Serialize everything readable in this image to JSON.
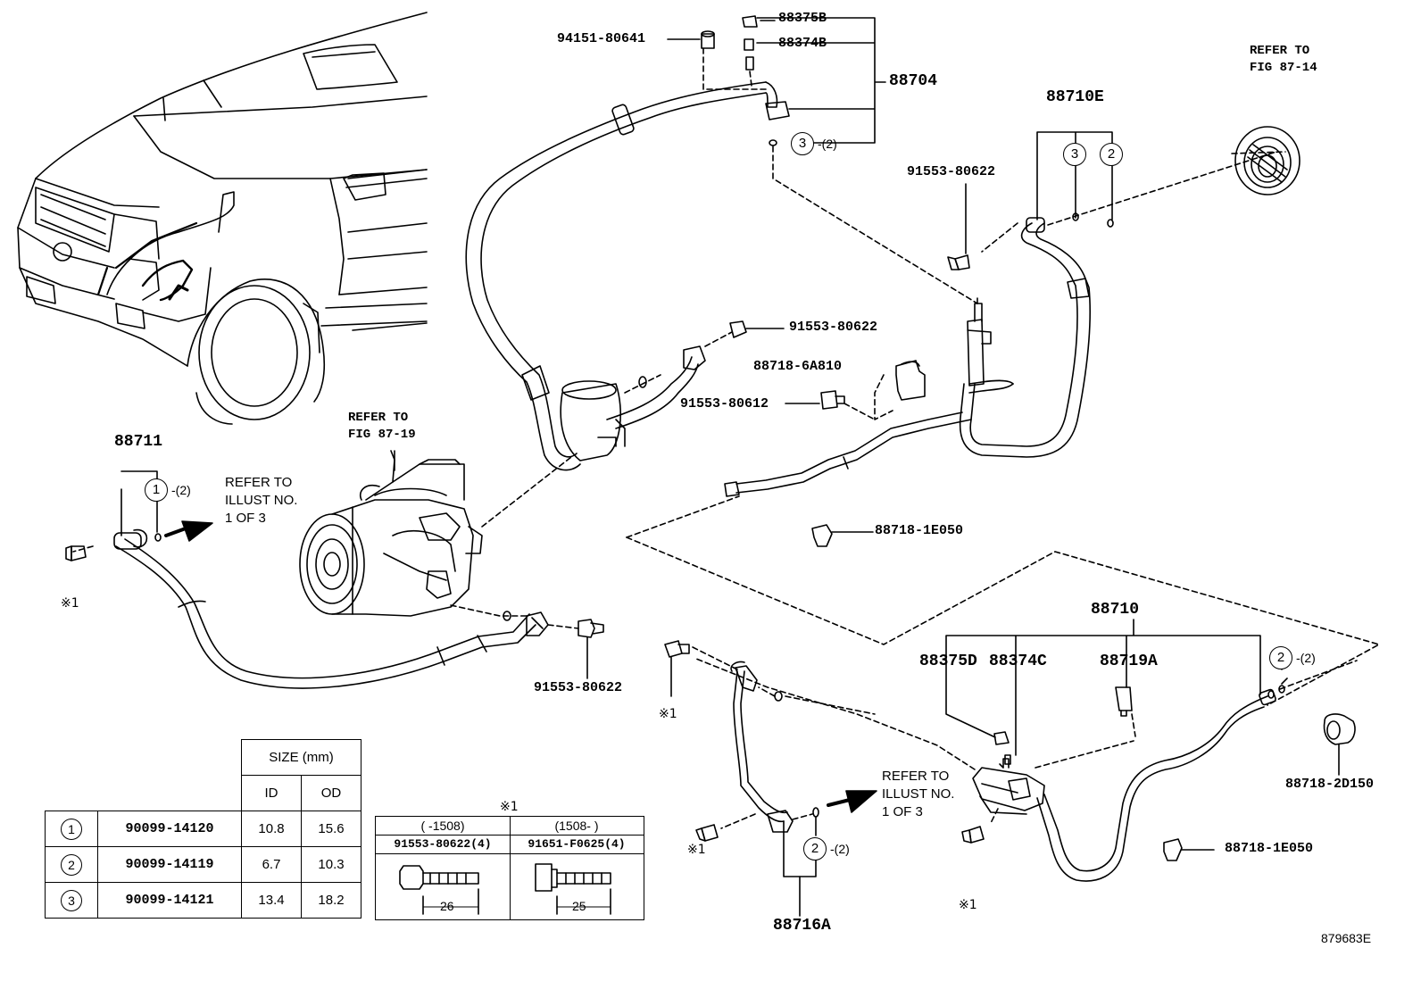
{
  "diagram_code": "879683E",
  "part_labels": {
    "p88375B": "88375B",
    "p88374B": "88374B",
    "p94151": "94151-80641",
    "p88704": "88704",
    "p88710E": "88710E",
    "p91553_a": "91553-80622",
    "p91553_b": "91553-80622",
    "p91553_c": "91553-80622",
    "p91553_612": "91553-80612",
    "p88718_6A810": "88718-6A810",
    "p88718_1E050_a": "88718-1E050",
    "p88718_1E050_b": "88718-1E050",
    "p88718_2D150": "88718-2D150",
    "p88711": "88711",
    "p88710": "88710",
    "p88375D": "88375D",
    "p88374C": "88374C",
    "p88719A": "88719A",
    "p88716A": "88716A"
  },
  "refer_fig_87_14": {
    "line1": "REFER TO",
    "line2": "FIG 87-14"
  },
  "refer_fig_87_19": {
    "line1": "REFER TO",
    "line2": "FIG 87-19"
  },
  "refer_illust_a": {
    "line1": "REFER TO",
    "line2": "ILLUST NO.",
    "line3": "1 OF 3"
  },
  "refer_illust_b": {
    "line1": "REFER TO",
    "line2": "ILLUST NO.",
    "line3": "1 OF 3"
  },
  "callouts": {
    "c3_88704": {
      "num": "3",
      "qty": "-(2)"
    },
    "c3_88710E": {
      "num": "3"
    },
    "c2_88710E": {
      "num": "2"
    },
    "c1_88711": {
      "num": "1",
      "qty": "-(2)"
    },
    "c2_88710": {
      "num": "2",
      "qty": "-(2)"
    },
    "c2_88716A": {
      "num": "2",
      "qty": "-(2)"
    }
  },
  "marks": {
    "m1": "※1",
    "m2": "※1",
    "m3": "※1",
    "m4": "※1"
  },
  "size_table": {
    "header": "SIZE (mm)",
    "col_id": "ID",
    "col_od": "OD",
    "rows": [
      {
        "index": "1",
        "part": "90099-14120",
        "id": "10.8",
        "od": "15.6"
      },
      {
        "index": "2",
        "part": "90099-14119",
        "id": "6.7",
        "od": "10.3"
      },
      {
        "index": "3",
        "part": "90099-14121",
        "id": "13.4",
        "od": "18.2"
      }
    ]
  },
  "bolt_table": {
    "mark": "※1",
    "left": {
      "range": "(    -1508)",
      "part": "91553-80622(4)",
      "length": "26"
    },
    "right": {
      "range": "(1508-      )",
      "part": "91651-F0625(4)",
      "length": "25"
    }
  }
}
